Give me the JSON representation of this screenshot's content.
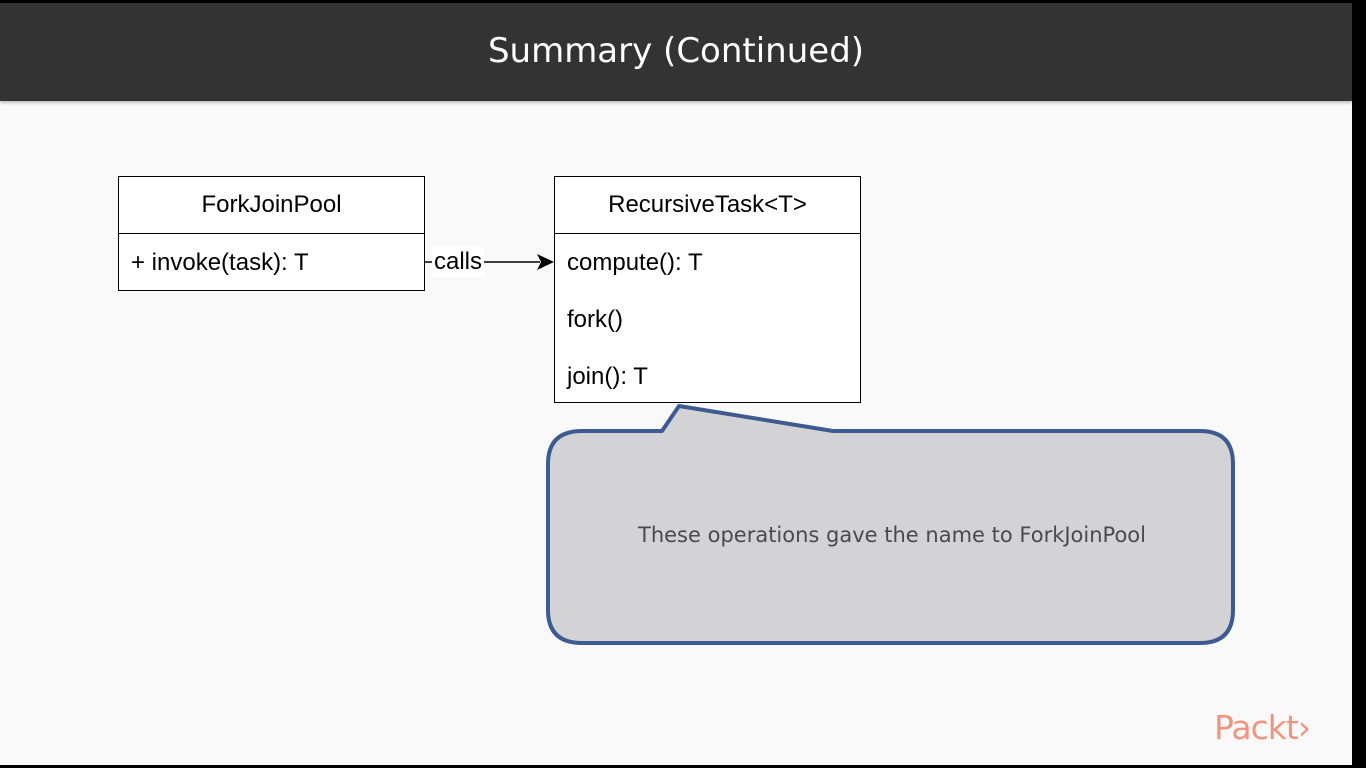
{
  "slide": {
    "title": "Summary (Continued)"
  },
  "diagram": {
    "fork_join_pool": {
      "name": "ForkJoinPool",
      "members": [
        "+ invoke(task): T"
      ]
    },
    "recursive_task": {
      "name": "RecursiveTask<T>",
      "members": [
        "compute(): T",
        "fork()",
        "join(): T"
      ]
    },
    "edge_label": "calls",
    "callout": "These operations gave the name to ForkJoinPool"
  },
  "branding": {
    "logo_text": "Packt›"
  },
  "colors": {
    "title_bar": "#333333",
    "background": "#f9f9f9",
    "callout_fill": "#d3d3d5",
    "callout_border": "#3d5a91",
    "logo": "#f29580"
  }
}
